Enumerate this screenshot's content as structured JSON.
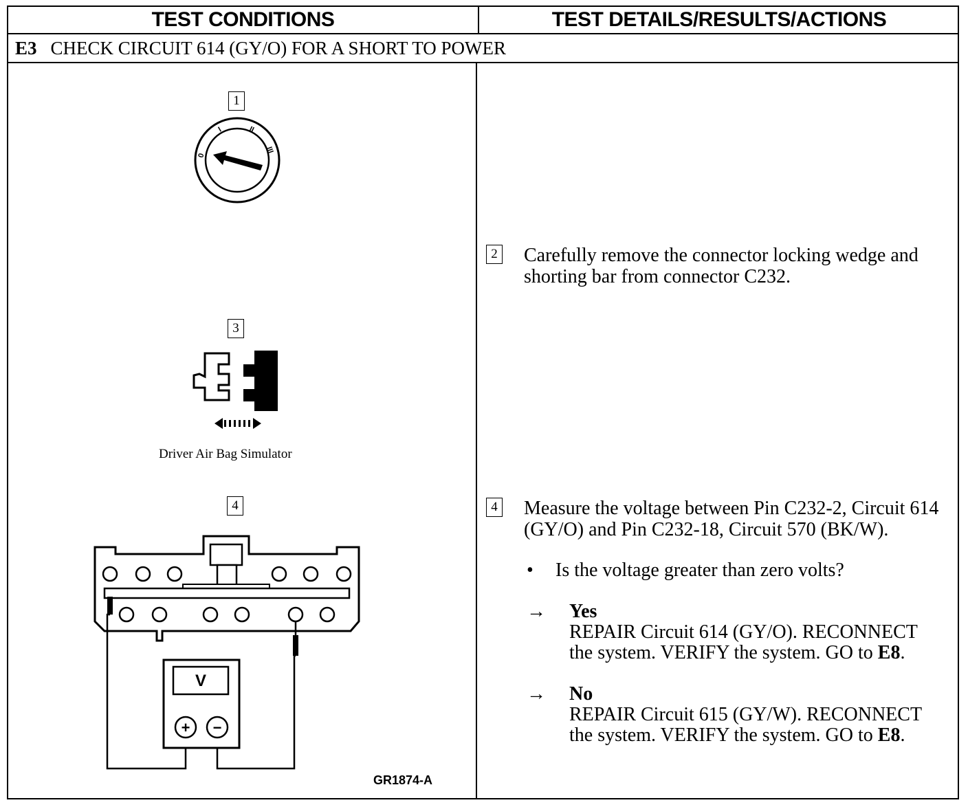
{
  "header": {
    "left": "TEST CONDITIONS",
    "right": "TEST DETAILS/RESULTS/ACTIONS"
  },
  "step": {
    "id": "E3",
    "title": "CHECK CIRCUIT 614 (GY/O) FOR A SHORT TO POWER"
  },
  "figures": {
    "ignition_number": "1",
    "connector_number": "3",
    "simulator_caption": "Driver Air Bag Simulator",
    "meter_number": "4",
    "meter_label": "V",
    "meter_plus": "+",
    "meter_minus": "−",
    "ignition_positions": [
      "0",
      "I",
      "II",
      "III"
    ],
    "figure_code": "GR1874-A"
  },
  "details": {
    "step2_number": "2",
    "step2_text": "Carefully remove the connector locking wedge and shorting bar from connector C232.",
    "step4_number": "4",
    "step4_text": "Measure the voltage between Pin C232-2, Circuit 614 (GY/O) and Pin C232-18, Circuit 570 (BK/W).",
    "question_bullet": "•",
    "question": "Is the voltage greater than zero volts?",
    "yes_arrow": "→",
    "yes_label": "Yes",
    "yes_line1": "REPAIR Circuit 614 (GY/O). RECONNECT",
    "yes_line2_pre": "the system. VERIFY the system. GO to ",
    "yes_goto": "E8",
    "yes_end": ".",
    "no_arrow": "→",
    "no_label": "No",
    "no_line1": "REPAIR Circuit 615 (GY/W). RECONNECT",
    "no_line2_pre": "the system. VERIFY the system. GO to ",
    "no_goto": "E8",
    "no_end": "."
  }
}
